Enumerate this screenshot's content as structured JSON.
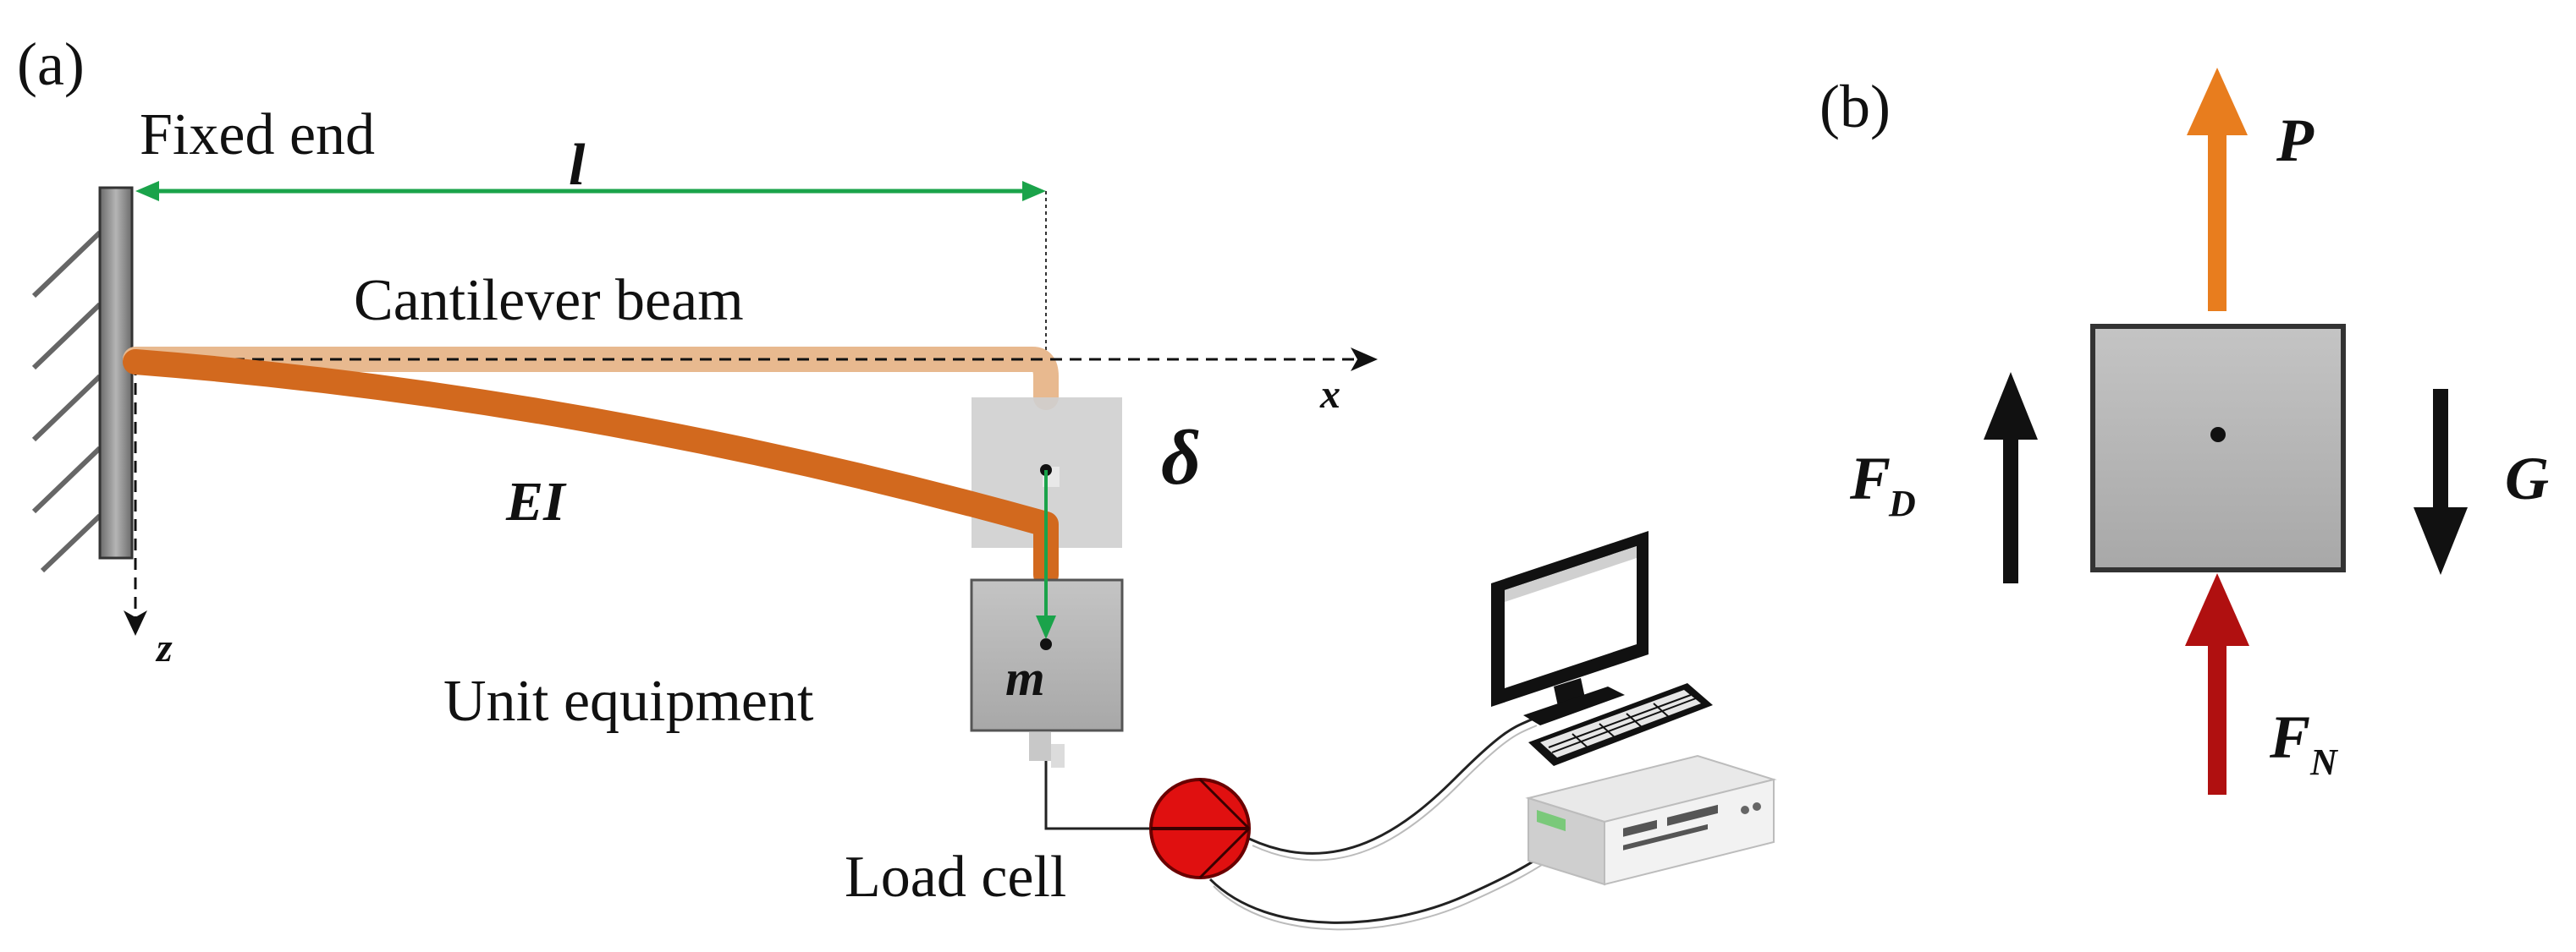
{
  "panel_a": {
    "label": "(a)",
    "fixed_end": "Fixed end",
    "length_symbol": "l",
    "beam_label": "Cantilever beam",
    "stiffness_symbol": "EI",
    "deflection_symbol": "δ",
    "x_axis": "x",
    "z_axis": "z",
    "mass_symbol": "m",
    "unit_label": "Unit equipment",
    "load_cell_label": "Load cell"
  },
  "panel_b": {
    "label": "(b)",
    "force_p": "P",
    "force_fd": "F",
    "force_fd_sub": "D",
    "force_g": "G",
    "force_fn": "F",
    "force_fn_sub": "N"
  },
  "colors": {
    "beam": "#d2691e",
    "beam_undeformed": "#e8b98f",
    "dimension": "#1aa34a",
    "force_p": "#e87d1e",
    "force_fn": "#b01010",
    "force_black": "#111111",
    "box_fill": "#bdbdbd",
    "load_cell": "#e01010"
  }
}
